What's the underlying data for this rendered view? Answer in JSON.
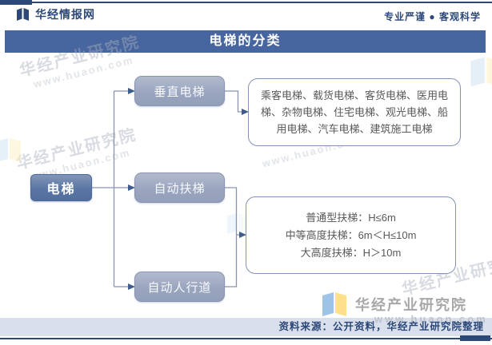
{
  "header": {
    "brand": "华经情报网",
    "tagline": "专业严谨 ● 客观科学"
  },
  "title_bar": {
    "title": "电梯的分类"
  },
  "diagram": {
    "root_label": "电梯",
    "branches": [
      {
        "label": "垂直电梯"
      },
      {
        "label": "自动扶梯"
      },
      {
        "label": "自动人行道"
      }
    ],
    "detail_boxes": [
      {
        "text": "乘客电梯、载货电梯、客货电梯、医用电梯、杂物电梯、住宅电梯、观光电梯、船用电梯、汽车电梯、建筑施工电梯"
      },
      {
        "lines": [
          "普通型扶梯：H≤6m",
          "中等高度扶梯：6m＜H≤10m",
          "大高度扶梯：H＞10m"
        ]
      }
    ]
  },
  "footer": {
    "source": "资料来源：公开资料，华经产业研究院整理"
  },
  "brand_logo": {
    "name": "华经产业研究院",
    "site": "www.huaon.com"
  },
  "watermark": {
    "text": "华经产业研究院",
    "site": "www.huaon.com"
  },
  "colors": {
    "navy": "#2c4878",
    "title_bar_bg": "#47659e",
    "root_box_fill": "#5a76a4",
    "branch_box_fill": "#9aa5bf",
    "detail_box_border": "#8092ba",
    "connector": "#8795b0",
    "arrowhead": "#3e5c8c",
    "footer_bg": "#d9e0ec",
    "detail_text": "#595959",
    "logo_gray": "#a8a8a8",
    "logo_blue": "#9dc3e6",
    "logo_yellow": "#ffe08a"
  }
}
